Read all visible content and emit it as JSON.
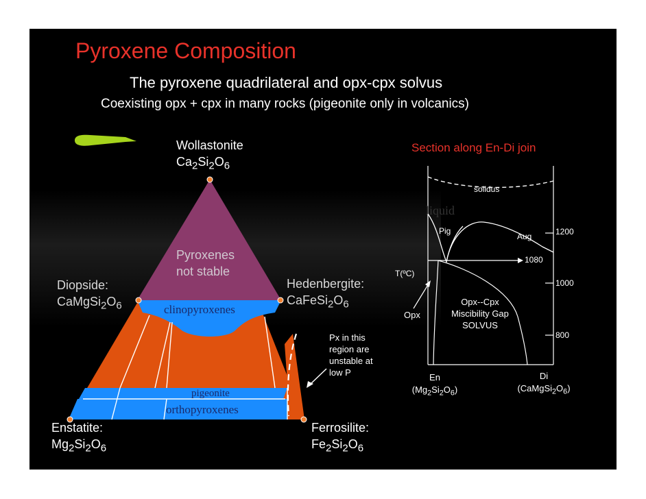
{
  "title": "Pyroxene Composition",
  "subtitle1": "The pyroxene quadrilateral and opx-cpx solvus",
  "subtitle2": "Coexisting opx + cpx in many rocks (pigeonite only in volcanics)",
  "triangle": {
    "apex_name": "Wollastonite",
    "apex_formula": {
      "a": "Ca",
      "b": "2",
      "c": "Si",
      "d": "2",
      "e": "O",
      "f": "6"
    },
    "diopside_name": "Diopside:",
    "diopside_formula": {
      "a": "CaMgSi",
      "b": "2",
      "c": "O",
      "d": "6"
    },
    "hedenbergite_name": "Hedenbergite:",
    "hedenbergite_formula": {
      "a": "CaFeSi",
      "b": "2",
      "c": "O",
      "d": "6"
    },
    "enstatite_name": "Enstatite:",
    "enstatite_formula": {
      "a": "Mg",
      "b": "2",
      "c": "Si",
      "d": "2",
      "e": "O",
      "f": "6"
    },
    "ferrosilite_name": "Ferrosilite:",
    "ferrosilite_formula": {
      "a": "Fe",
      "b": "2",
      "c": "Si",
      "d": "2",
      "e": "O",
      "f": "6"
    },
    "not_stable_line1": "Pyroxenes",
    "not_stable_line2": "not stable",
    "clinopyroxenes": "clinopyroxenes",
    "pigeonite": "pigeonite",
    "orthopyroxenes": "orthopyroxenes",
    "px_unstable": [
      "Px in this",
      "region are",
      "unstable at",
      "low P"
    ],
    "colors": {
      "purple": "#8b3a6b",
      "blue": "#1a8cff",
      "orange": "#e0520e",
      "dot": "#f08030",
      "title": "#e8322a"
    }
  },
  "solvus": {
    "heading": "Section along En-Di join",
    "solidus": "solidus",
    "liquid_ghost": "liquid",
    "pig": "Pig",
    "aug": "Aug",
    "t_label": "T(ºC)",
    "opx": "Opx",
    "gap_line1": "Opx--Cpx",
    "gap_line2": "Miscibility Gap",
    "gap_line3": "SOLVUS",
    "ticks": [
      "1200",
      "1080",
      "1000",
      "800"
    ],
    "en_name": "En",
    "en_formula": {
      "a": "(Mg",
      "b": "2",
      "c": "Si",
      "d": "2",
      "e": "O",
      "f": "6",
      "g": ")"
    },
    "di_name": "Di",
    "di_formula": {
      "a": "(CaMgSi",
      "b": "2",
      "c": "O",
      "d": "6",
      "e": ")"
    }
  }
}
